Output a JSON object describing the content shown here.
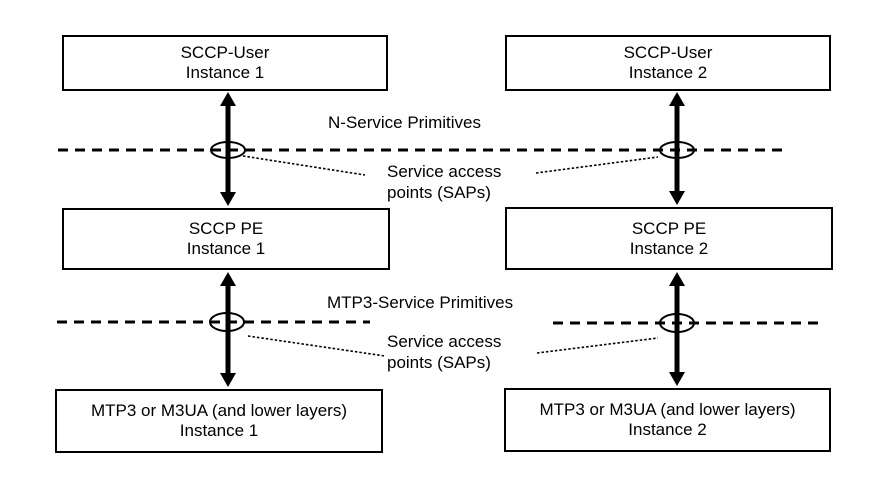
{
  "diagram": {
    "background_color": "#ffffff",
    "line_color": "#000000",
    "text_color": "#000000"
  },
  "boxes": {
    "sccp_user_1": {
      "title": "SCCP-User",
      "instance": "Instance 1"
    },
    "sccp_user_2": {
      "title": "SCCP-User",
      "instance": "Instance 2"
    },
    "sccp_pe_1": {
      "title": "SCCP PE",
      "instance": "Instance 1"
    },
    "sccp_pe_2": {
      "title": "SCCP PE",
      "instance": "Instance 2"
    },
    "mtp3_1": {
      "title": "MTP3 or M3UA (and lower layers)",
      "instance": "Instance 1"
    },
    "mtp3_2": {
      "title": "MTP3 or M3UA (and lower layers)",
      "instance": "Instance 2"
    }
  },
  "labels": {
    "n_service_primitives": "N-Service Primitives",
    "mtp3_service_primitives": "MTP3-Service Primitives",
    "sap_top": {
      "line1": "Service access",
      "line2": "points (SAPs)"
    },
    "sap_bottom": {
      "line1": "Service access",
      "line2": "points (SAPs)"
    }
  }
}
